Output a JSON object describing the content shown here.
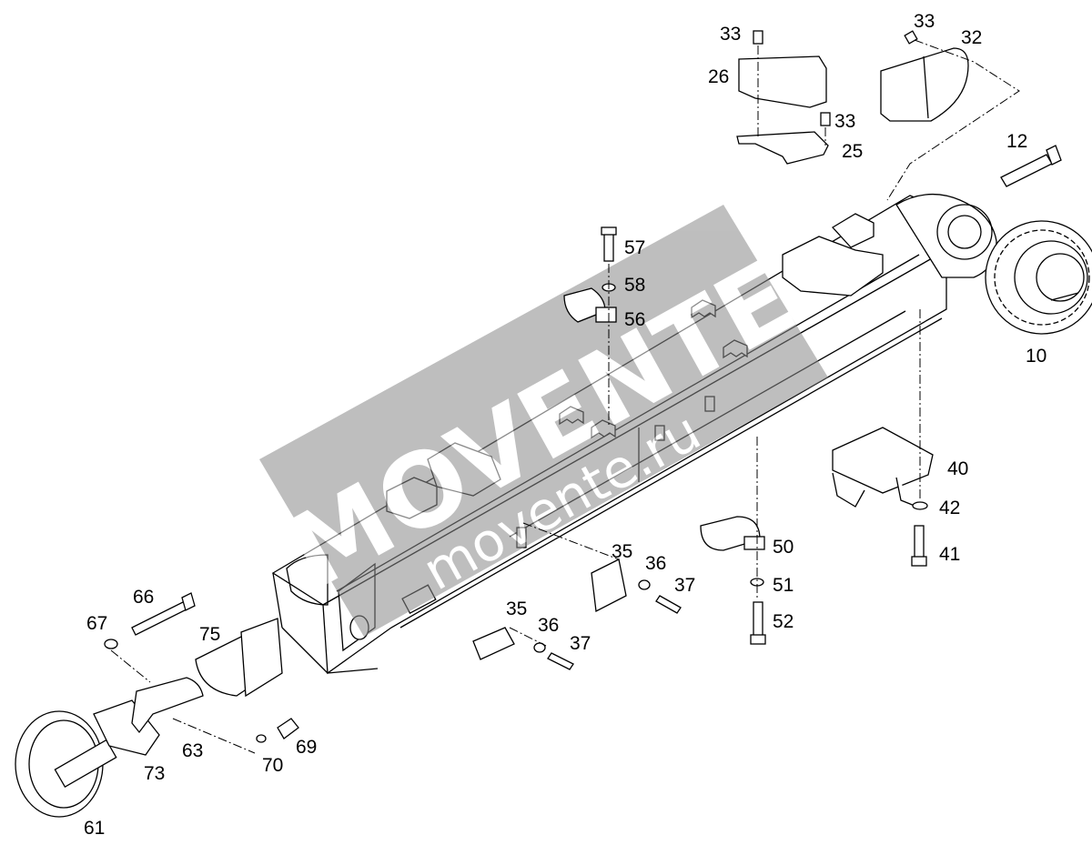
{
  "watermark": {
    "brand": "MOVENTE",
    "url": "movente.ru",
    "color": "#8a8a8a"
  },
  "labels": {
    "p10": "10",
    "p12": "12",
    "p25": "25",
    "p26": "26",
    "p32": "32",
    "p33a": "33",
    "p33b": "33",
    "p33c": "33",
    "p35a": "35",
    "p35b": "35",
    "p36a": "36",
    "p36b": "36",
    "p37a": "37",
    "p37b": "37",
    "p40": "40",
    "p41": "41",
    "p42": "42",
    "p50": "50",
    "p51": "51",
    "p52": "52",
    "p56": "56",
    "p57": "57",
    "p58": "58",
    "p61": "61",
    "p63": "63",
    "p66": "66",
    "p67": "67",
    "p69": "69",
    "p70": "70",
    "p73": "73",
    "p75": "75"
  }
}
